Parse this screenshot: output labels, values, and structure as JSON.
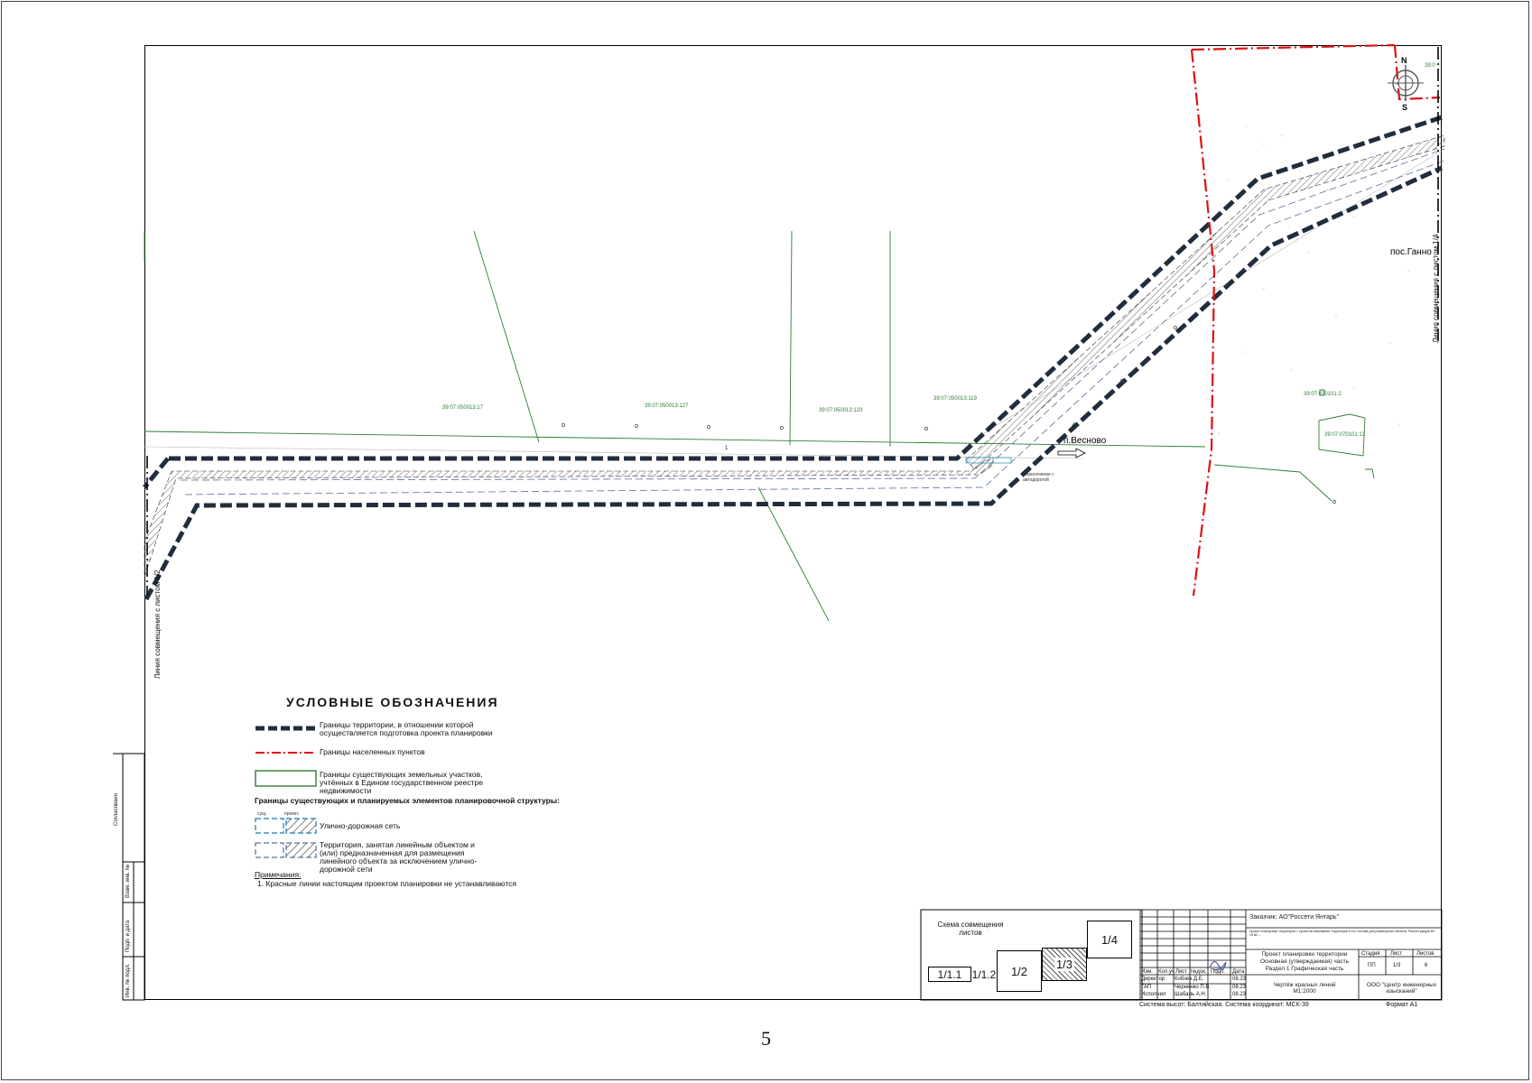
{
  "page_number": "5",
  "compass": {
    "north": "N",
    "south": "S",
    "coord": "39:0"
  },
  "map": {
    "place_labels": {
      "vesnovo": "п.Весново",
      "ganno": "пос.Ганно"
    },
    "crossing_label": "Пересечение с автодорогой",
    "parcel_labels": {
      "p1": "39:07:050013:17",
      "p2": "39:07:050013:127",
      "p3": "39:07:050013:123",
      "p4": "39:07:050013:119",
      "p5": "39:07:070101:2",
      "p6": "39:07:070101:13",
      "p7": "1"
    },
    "match_line_left": "Линия совмещения с листом 1/2",
    "match_line_right": "Линия совмещения с листом 1/4"
  },
  "legend": {
    "title": "УСЛОВНЫЕ ОБОЗНАЧЕНИЯ",
    "items": [
      {
        "text": "Границы территории, в отношении которой осуществляется подготовка проекта планировки"
      },
      {
        "text": "Границы населенных пунктов"
      },
      {
        "text": "Границы существующих земельных участков, учтённых в Едином государственном реестре недвижимости"
      }
    ],
    "subheading": "Границы существующих и планируемых элементов планировочной структуры:",
    "swatch_labels": {
      "existing": "сущ.",
      "planned": "проект."
    },
    "structure_items": [
      {
        "text": "Улично-дорожная сеть"
      },
      {
        "text": "Территория, занятая линейным объектом и (или) предназначенная для размещения линейного объекта за исключением улично-дорожной сети"
      }
    ],
    "notes_title": "Примечания:",
    "notes": [
      "1. Красные линии  настоящим проектом планировки не устанавливаются"
    ]
  },
  "left_margin": {
    "agreed": "Согласовано",
    "cells": [
      "Взам. инв. №",
      "Подп. и дата",
      "Инв. № подл."
    ]
  },
  "sheet_scheme": {
    "title": "Схема совмещения листов",
    "sheets": [
      "1/1.1",
      "1/1.2",
      "1/2",
      "1/3",
      "1/4"
    ],
    "current": "1/3"
  },
  "title_block": {
    "customer": "Заказчик: АО\"Россети Янтарь\"",
    "project_text": "Проект планировки территории с проектом межевания территории в его составе для размещения объекта: Реконструкция ВЛ 15 кВ ...",
    "header_cols": [
      "Изм.",
      "Кол.уч",
      "Лист",
      "№док.",
      "Подп.",
      "Дата"
    ],
    "people": [
      {
        "role": "Директор",
        "name": "Кобзев Д.Е.",
        "date": "08.23"
      },
      {
        "role": "ГАП",
        "name": "Черненко П.В.",
        "date": "08.23"
      },
      {
        "role": "Исполнил",
        "name": "Шабаль А.Н.",
        "date": "08.23"
      }
    ],
    "doc_title_lines": [
      "Проект планировки территории",
      "Основная (утверждаемая) часть",
      "Раздел 1 Графическая часть"
    ],
    "stage_headers": [
      "Стадия",
      "Лист",
      "Листов"
    ],
    "stage_values": [
      "ПП",
      "1/3",
      "6"
    ],
    "drawing_name": "Чертёж красных линий",
    "scale": "М1:2000",
    "organization": "ООО \"Центр инженерных изысканий\"",
    "systems": "Система высот: Балтийская. Система координат: МСК-39",
    "format": "Формат А1"
  },
  "colors": {
    "boundary": "#1f2d3d",
    "settlement": "#e01010",
    "parcel": "#2e7d32",
    "road": "#5a6f9a"
  }
}
